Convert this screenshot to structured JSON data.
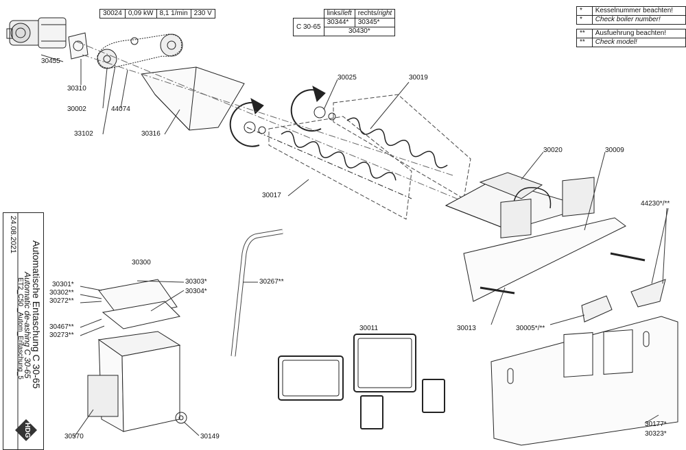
{
  "motor_table": {
    "part": "30024",
    "power": "0,09 kW",
    "speed": "8,1 1/min",
    "voltage": "230 V"
  },
  "side_table": {
    "header_left": "links/",
    "header_left_em": "left",
    "header_right": "rechts/",
    "header_right_em": "right",
    "model": "C 30-65",
    "left_part": "30344*",
    "right_part": "30345*",
    "both_part": "30430*"
  },
  "notes": [
    {
      "mark": "*",
      "text": "Kesselnummer beachten!",
      "italic": false
    },
    {
      "mark": "*",
      "text": "Check boiler number!",
      "italic": true
    },
    {
      "mark": "**",
      "text": "Ausfuehrung beachten!",
      "italic": false
    },
    {
      "mark": "**",
      "text": "Check model!",
      "italic": true
    }
  ],
  "labels": {
    "p30455": "30455",
    "p30310": "30310",
    "p30002": "30002",
    "p44074": "44074",
    "p33102": "33102",
    "p30316": "30316",
    "p30025": "30025",
    "p30019": "30019",
    "p30017": "30017",
    "p30020": "30020",
    "p30009": "30009",
    "p44230": "44230*/**",
    "p30267": "30267**",
    "p30300": "30300",
    "p30301": "30301*",
    "p30302": "30302**",
    "p30272": "30272**",
    "p30303": "30303*",
    "p30304": "30304*",
    "p30467": "30467**",
    "p30273": "30273**",
    "p30011": "30011",
    "p30013": "30013",
    "p30005": "30005*/**",
    "p30570": "30570",
    "p30149": "30149",
    "p30177": "30177*",
    "p30323": "30323*"
  },
  "title_block": {
    "title": "Automatische Entaschung C 30-65",
    "subtitle": "Automatic de-ashing C 30-65",
    "date": "24.08.2021",
    "drawing_id": "ET2_C50 _Autom_Entaschung_5",
    "logo": "HDG"
  }
}
